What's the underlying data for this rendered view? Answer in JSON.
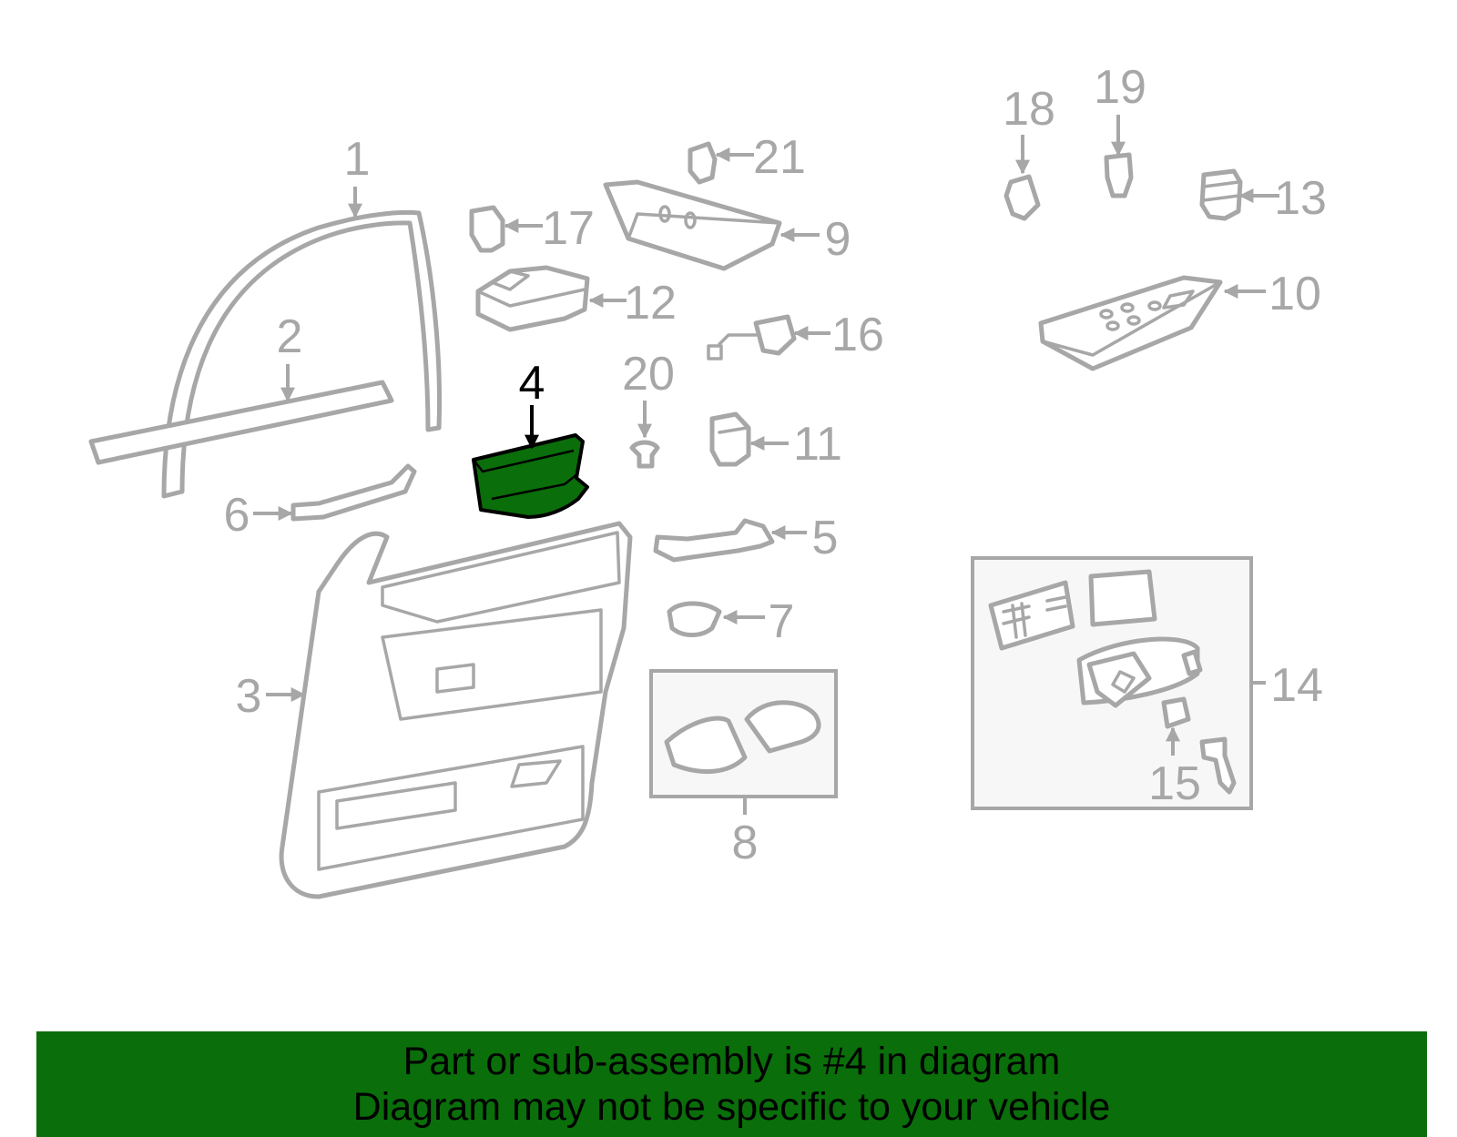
{
  "diagram": {
    "callouts": [
      {
        "id": "1",
        "label": "1"
      },
      {
        "id": "2",
        "label": "2"
      },
      {
        "id": "3",
        "label": "3"
      },
      {
        "id": "4",
        "label": "4"
      },
      {
        "id": "5",
        "label": "5"
      },
      {
        "id": "6",
        "label": "6"
      },
      {
        "id": "7",
        "label": "7"
      },
      {
        "id": "8",
        "label": "8"
      },
      {
        "id": "9",
        "label": "9"
      },
      {
        "id": "10",
        "label": "10"
      },
      {
        "id": "11",
        "label": "11"
      },
      {
        "id": "12",
        "label": "12"
      },
      {
        "id": "13",
        "label": "13"
      },
      {
        "id": "14",
        "label": "14"
      },
      {
        "id": "15",
        "label": "15"
      },
      {
        "id": "16",
        "label": "16"
      },
      {
        "id": "17",
        "label": "17"
      },
      {
        "id": "18",
        "label": "18"
      },
      {
        "id": "19",
        "label": "19"
      },
      {
        "id": "20",
        "label": "20"
      },
      {
        "id": "21",
        "label": "21"
      }
    ],
    "highlighted_part": "4"
  },
  "colors": {
    "highlight_fill": "#0a6e0a",
    "banner_bg": "#0a6e0a",
    "line": "#a7a7a7"
  },
  "banner": {
    "line1": "Part or sub-assembly is #4 in diagram",
    "line2": "Diagram may not be specific to your vehicle"
  }
}
